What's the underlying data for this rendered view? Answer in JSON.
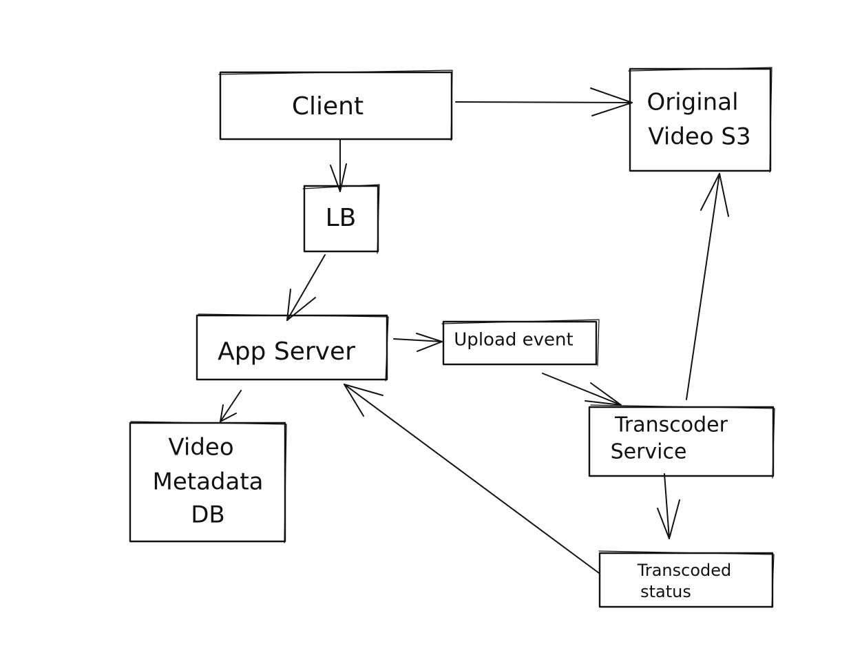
{
  "colors": {
    "ink": "#111111",
    "background": "#ffffff"
  },
  "nodes": {
    "client": {
      "label_lines": [
        "Client"
      ]
    },
    "lb": {
      "label_lines": [
        "LB"
      ]
    },
    "app_server": {
      "label_lines": [
        "App Server"
      ]
    },
    "video_metadata_db": {
      "label_lines": [
        "Video",
        "Metadata",
        "DB"
      ]
    },
    "upload_event": {
      "label_lines": [
        "Upload event"
      ]
    },
    "transcoder_service": {
      "label_lines": [
        "Transcoder",
        "Service"
      ]
    },
    "transcoded_status": {
      "label_lines": [
        "Transcoded",
        "status"
      ]
    },
    "original_video_s3": {
      "label_lines": [
        "Original",
        "Video S3"
      ]
    }
  },
  "edges": [
    {
      "from": "client",
      "to": "original_video_s3"
    },
    {
      "from": "client",
      "to": "lb"
    },
    {
      "from": "lb",
      "to": "app_server"
    },
    {
      "from": "app_server",
      "to": "upload_event"
    },
    {
      "from": "app_server",
      "to": "video_metadata_db"
    },
    {
      "from": "upload_event",
      "to": "transcoder_service"
    },
    {
      "from": "transcoder_service",
      "to": "original_video_s3"
    },
    {
      "from": "transcoder_service",
      "to": "transcoded_status"
    },
    {
      "from": "transcoded_status",
      "to": "app_server"
    }
  ]
}
